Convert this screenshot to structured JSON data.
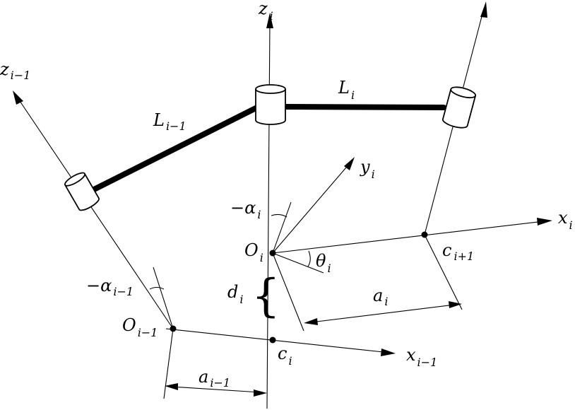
{
  "labels": {
    "z_prev": {
      "base": "z",
      "sub": "i−1"
    },
    "z_i": {
      "base": "z",
      "sub": "i"
    },
    "L_prev": {
      "base": "L",
      "sub": "i−1"
    },
    "L_i": {
      "base": "L",
      "sub": "i"
    },
    "y_i": {
      "base": "y",
      "sub": "i"
    },
    "x_i": {
      "base": "x",
      "sub": "i"
    },
    "alpha_i": {
      "base": "−α",
      "sub": "i"
    },
    "O_i": {
      "base": "O",
      "sub": "i"
    },
    "theta_i": {
      "base": "θ",
      "sub": "i"
    },
    "c_next": {
      "base": "c",
      "sub": "i+1"
    },
    "d_i": {
      "base": "d",
      "sub": "i"
    },
    "a_i": {
      "base": "a",
      "sub": "i"
    },
    "alpha_prev": {
      "base": "−α",
      "sub": "i−1"
    },
    "O_prev": {
      "base": "O",
      "sub": "i−1"
    },
    "c_i": {
      "base": "c",
      "sub": "i"
    },
    "x_prev": {
      "base": "x",
      "sub": "i−1"
    },
    "a_prev": {
      "base": "a",
      "sub": "i−1"
    }
  },
  "brace_glyph": "{"
}
